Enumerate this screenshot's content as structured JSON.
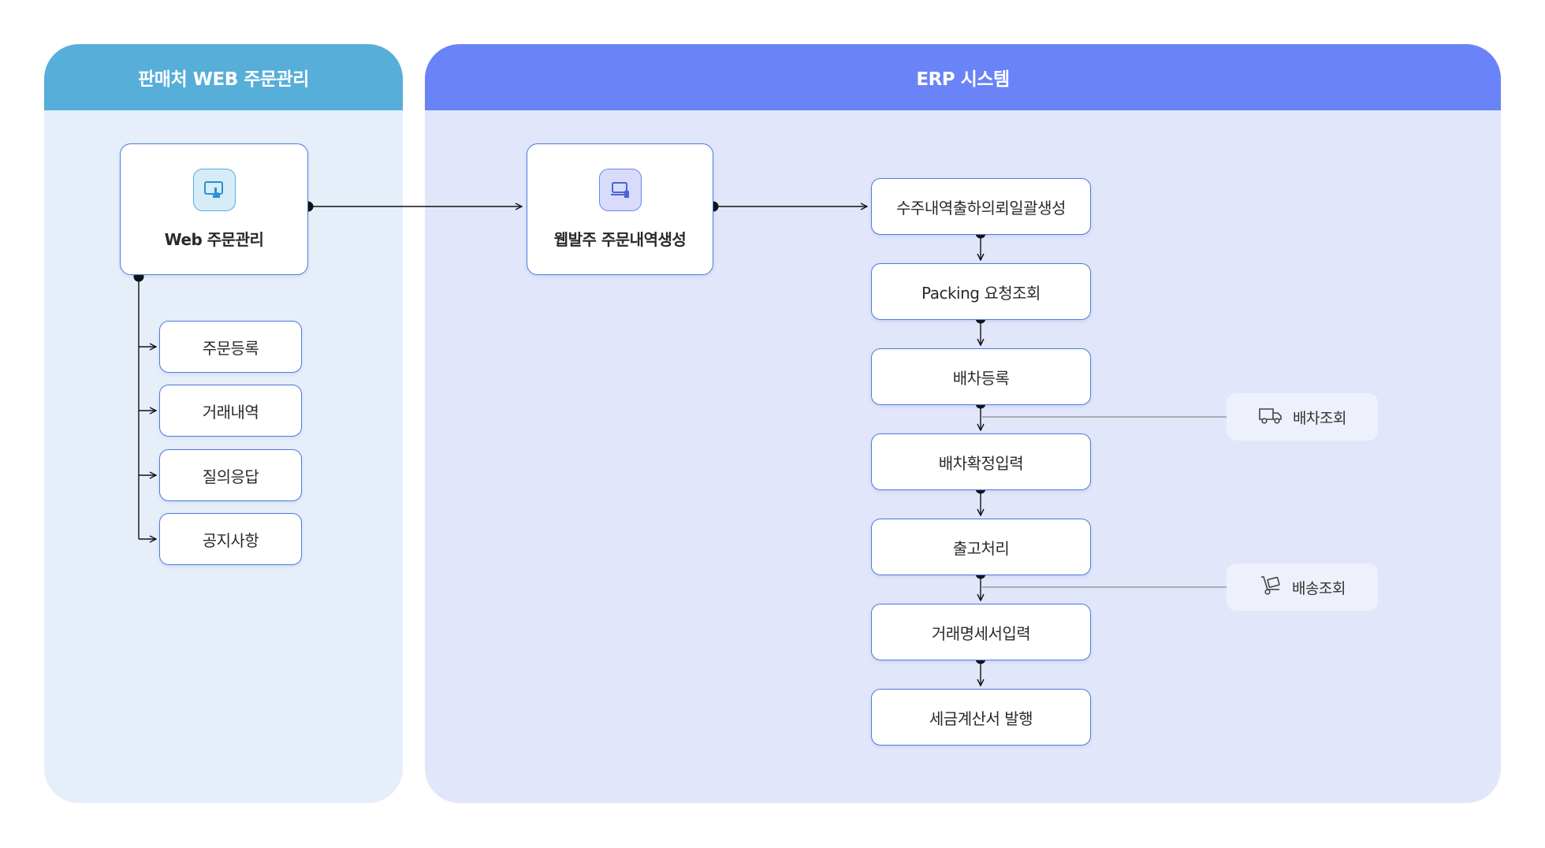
{
  "left_panel": {
    "title": "판매처 WEB 주문관리"
  },
  "right_panel": {
    "title": "ERP 시스템"
  },
  "web_order": {
    "label": "Web 주문관리",
    "icon": "touch-screen-icon"
  },
  "web_order_items": [
    "주문등록",
    "거래내역",
    "질의응답",
    "공지사항"
  ],
  "web_order_created": {
    "label": "웹발주 주문내역생성",
    "icon": "laptop-icon"
  },
  "erp_steps": [
    "수주내역출하의뢰일괄생성",
    "Packing 요청조회",
    "배차등록",
    "배차확정입력",
    "출고처리",
    "거래명세서입력",
    "세금계산서 발행"
  ],
  "side_lookups": {
    "dispatch_lookup": {
      "label": "배차조회",
      "icon": "truck-icon"
    },
    "delivery_lookup": {
      "label": "배송조회",
      "icon": "hand-truck-icon"
    }
  },
  "colors": {
    "left_header": "#56aed9",
    "left_body": "#e6eff9",
    "right_header": "#6a83f6",
    "right_body": "#e2e6fb",
    "node_border": "#4c7bdc",
    "connector": "#111111"
  }
}
